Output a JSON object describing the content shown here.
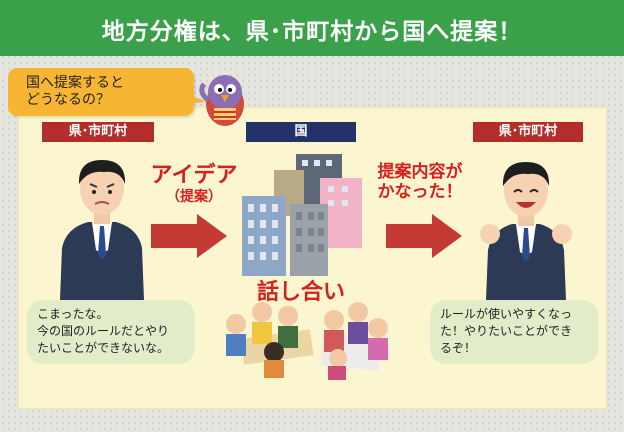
{
  "header": {
    "title": "地方分権は、県･市町村から国へ提案！"
  },
  "question_bubble": {
    "line1": "国へ提案すると",
    "line2": "どうなるの？"
  },
  "labels": {
    "left": "県･市町村",
    "center": "国",
    "right": "県･市町村"
  },
  "idea": {
    "main": "アイデア",
    "sub": "（提案）"
  },
  "center_caption": "話し合い",
  "result": {
    "line1": "提案内容が",
    "line2": "かなった！"
  },
  "left_speech": {
    "line1": "こまったな。",
    "line2": "今の国のルールだとやり",
    "line3": "たいことができないな。"
  },
  "right_speech": {
    "line1": "ルールが使いやすくなっ",
    "line2": "た！やりたいことができ",
    "line3": "るぞ！"
  },
  "colors": {
    "header_green": "#3aa14a",
    "label_red": "#b32e2b",
    "label_navy": "#24326a",
    "accent_red": "#d6201f",
    "panel_yellow": "#fbf6cf"
  }
}
